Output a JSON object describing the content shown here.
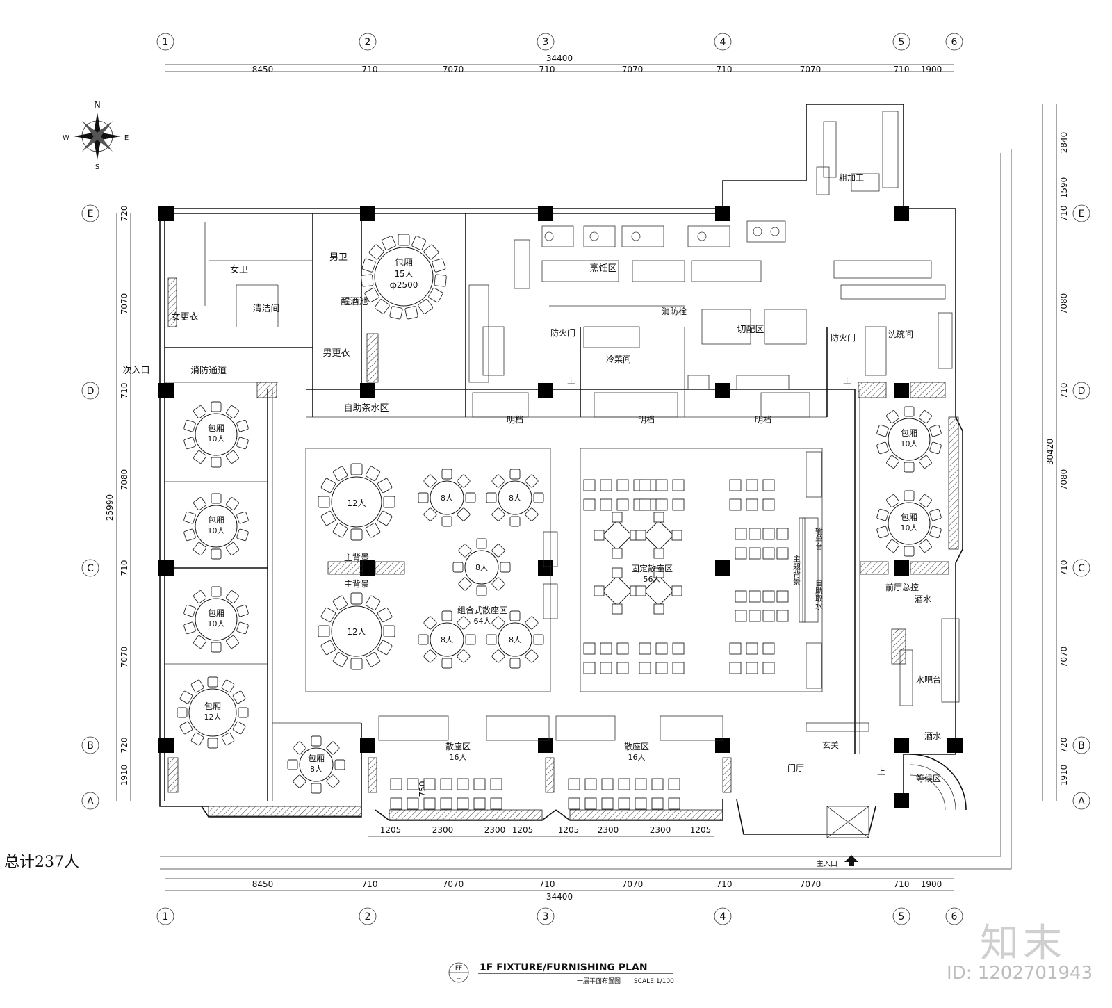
{
  "grid": {
    "columns": [
      "1",
      "2",
      "3",
      "4",
      "5",
      "6"
    ],
    "rows": [
      "E",
      "D",
      "C",
      "B",
      "A"
    ]
  },
  "dimensions": {
    "total_width": "34400",
    "top_segments": [
      "8450",
      "710",
      "7070",
      "710",
      "7070",
      "710",
      "7070",
      "710",
      "1900"
    ],
    "bottom_segments": [
      "8450",
      "710",
      "7070",
      "710",
      "7070",
      "710",
      "7070",
      "710",
      "1900"
    ],
    "left_total": "25990",
    "left_segments": [
      "720",
      "7070",
      "710",
      "7080",
      "710",
      "7070",
      "720",
      "1910"
    ],
    "right_total": "30420",
    "right_segments": [
      "2840",
      "1590",
      "710",
      "7080",
      "710",
      "7080",
      "710",
      "7070",
      "720",
      "1910"
    ],
    "window_segments_left": [
      "1205",
      "2300",
      "2300",
      "1205"
    ],
    "window_segments_right": [
      "1205",
      "2300",
      "2300",
      "1205"
    ],
    "depth_750": "750"
  },
  "compass": {
    "n": "N",
    "w": "W",
    "e": "E",
    "s": "S"
  },
  "rooms": {
    "womens_wc": "女卫",
    "mens_wc": "男卫",
    "cleaning": "清洁间",
    "womens_changing": "女更衣",
    "mens_changing": "男更衣",
    "wine_pool": "醒酒池",
    "fire_passage": "消防通道",
    "secondary_entrance": "次入口",
    "tea_area": "自助茶水区",
    "cooking_area": "烹饪区",
    "fire_door_1": "防火门",
    "fire_hydrant": "消防栓",
    "cold_dish": "冷菜间",
    "cutting_area": "切配区",
    "fire_door_2": "防火门",
    "washing_room": "洗碗间",
    "rough_processing": "粗加工",
    "open_1": "明档",
    "open_2": "明档",
    "open_3": "明档",
    "up_1": "上",
    "up_2": "上",
    "up_3": "上",
    "main_bg_1": "主背景",
    "main_bg_2": "主背景",
    "combo_area": "组合式散座区",
    "combo_count": "64人",
    "fixed_area": "固定散座区",
    "fixed_count": "56人",
    "theme_bg": "主题背景",
    "order_desk": "输单台",
    "self_water": "自助取水",
    "front_desk": "前厅总控",
    "wine_water_1": "酒水",
    "water_bar": "水吧台",
    "wine_water_2": "酒水",
    "entry": "玄关",
    "lobby": "门厅",
    "waiting": "等候区",
    "main_entrance": "主入口",
    "loose_left": "散座区",
    "loose_left_count": "16人",
    "loose_right": "散座区",
    "loose_right_count": "16人"
  },
  "tables": {
    "vip15": {
      "name": "包厢",
      "count": "15人",
      "size": "ф2500"
    },
    "t12a": "12人",
    "t12b": "12人",
    "t8a": "8人",
    "t8b": "8人",
    "t8c": "8人",
    "t8d": "8人",
    "t8e": "8人",
    "vip_left": [
      {
        "name": "包厢",
        "count": "10人"
      },
      {
        "name": "包厢",
        "count": "10人"
      },
      {
        "name": "包厢",
        "count": "10人"
      },
      {
        "name": "包厢",
        "count": "12人"
      }
    ],
    "vip_small": {
      "name": "包厢",
      "count": "8人"
    },
    "vip_right": [
      {
        "name": "包厢",
        "count": "10人"
      },
      {
        "name": "包厢",
        "count": "10人"
      }
    ]
  },
  "title_block": {
    "tag_top": "FF",
    "tag_bottom": "--",
    "title": "1F  FIXTURE/FURNISHING PLAN",
    "subtitle": "一层平面布置图",
    "scale": "SCALE:1/100"
  },
  "total": "总计237人",
  "brand": "知末",
  "image_id": "ID: 1202701943"
}
